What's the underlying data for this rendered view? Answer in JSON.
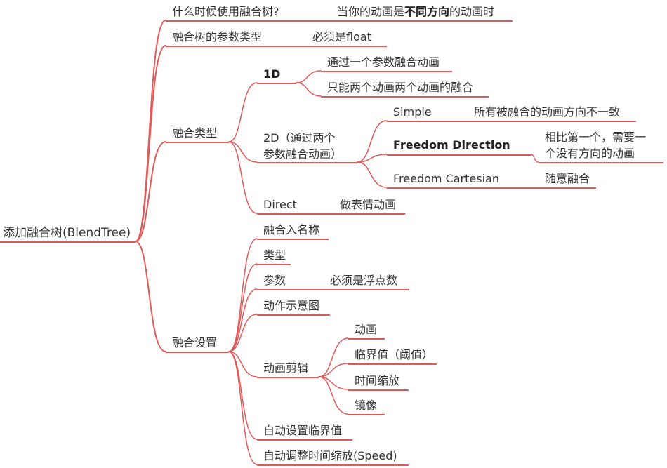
{
  "colors": {
    "line": "#e05a5a",
    "text": "#333333"
  },
  "root": "添加融合树(BlendTree)",
  "nodes": {
    "when": "什么时候使用融合树?",
    "when_answer_pre": "当你的动画是",
    "when_answer_bold": "不同方向",
    "when_answer_post": "的动画时",
    "param_type": "融合树的参数类型",
    "param_type_answer": "必须是float",
    "blend_types": "融合类型",
    "t1d": "1D",
    "t1d_a": "通过一个参数融合动画",
    "t1d_b": "只能两个动画两个动画的融合",
    "t2d": "2D（通过两个\n参数融合动画）",
    "simple": "Simple",
    "simple_desc": "所有被融合的动画方向不一致",
    "freedom_dir": "Freedom Direction",
    "freedom_dir_desc": "相比第一个，需要一\n个没有方向的动画",
    "freedom_cart": "Freedom Cartesian",
    "freedom_cart_desc": "随意融合",
    "direct": "Direct",
    "direct_desc": "做表情动画",
    "settings": "融合设置",
    "s_name": "融合入名称",
    "s_type": "类型",
    "s_param": "参数",
    "s_param_desc": "必须是浮点数",
    "s_motion_icon": "动作示意图",
    "s_clip": "动画剪辑",
    "clip_anim": "动画",
    "clip_threshold": "临界值（阈值）",
    "clip_timescale": "时间缩放",
    "clip_mirror": "镜像",
    "s_auto_threshold": "自动设置临界值",
    "s_auto_speed": "自动调整时间缩放(Speed)"
  }
}
